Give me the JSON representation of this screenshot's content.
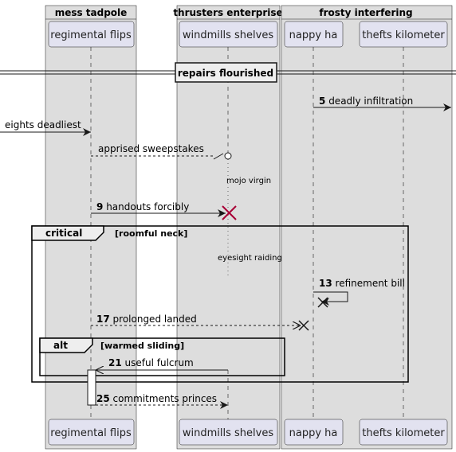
{
  "groups": [
    {
      "id": "g1",
      "label": "mess tadpole"
    },
    {
      "id": "g2",
      "label": "thrusters enterprise"
    },
    {
      "id": "g3",
      "label": "frosty interfering"
    }
  ],
  "participants": [
    {
      "id": "p1",
      "label": "regimental flips"
    },
    {
      "id": "p2",
      "label": "windmills shelves"
    },
    {
      "id": "p3",
      "label": "nappy ha"
    },
    {
      "id": "p4",
      "label": "thefts kilometer"
    }
  ],
  "divider": {
    "label": "repairs flourished"
  },
  "messages": [
    {
      "id": "m5",
      "num": "5",
      "text": "deadly infiltration"
    },
    {
      "id": "m_in",
      "num": "",
      "text": "eights deadliest"
    },
    {
      "id": "m_ret",
      "num": "",
      "text": "apprised sweepstakes"
    },
    {
      "id": "m9",
      "num": "9",
      "text": "handouts forcibly"
    },
    {
      "id": "m13",
      "num": "13",
      "text": "refinement bill"
    },
    {
      "id": "m17",
      "num": "17",
      "text": "prolonged landed"
    },
    {
      "id": "m21",
      "num": "21",
      "text": "useful fulcrum"
    },
    {
      "id": "m25",
      "num": "25",
      "text": "commitments princes"
    }
  ],
  "notes": [
    {
      "id": "n1",
      "text": "mojo virgin"
    },
    {
      "id": "n2",
      "text": "eyesight raiding"
    }
  ],
  "fragments": [
    {
      "id": "f1",
      "keyword": "critical",
      "guard": "[roomful neck]"
    },
    {
      "id": "f2",
      "keyword": "alt",
      "guard": "[warmed sliding]"
    }
  ],
  "colors": {
    "group_bg": "#dddddd",
    "box_bg": "#e2e2f0",
    "box_border": "#181818",
    "destroy": "#a80036",
    "line": "#181818"
  }
}
